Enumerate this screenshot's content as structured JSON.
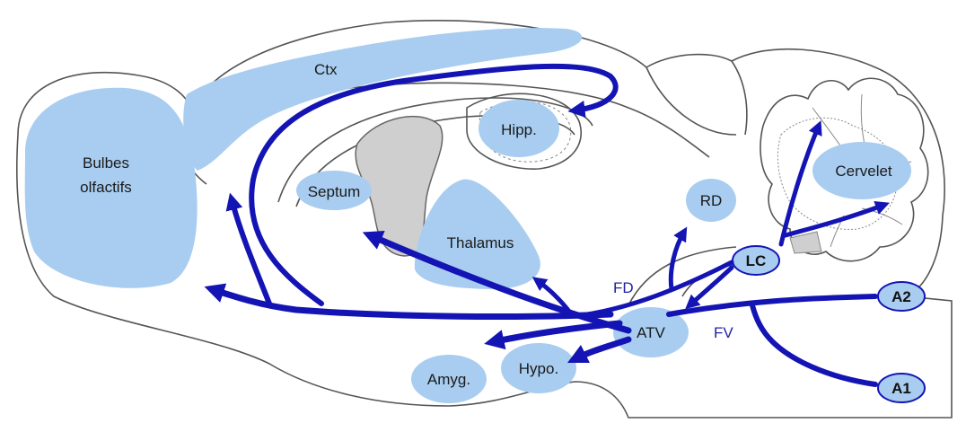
{
  "colors": {
    "region_fill": "#a8cdf0",
    "pathway": "#1414b4",
    "grey_structure": "#cfcfcf",
    "outline": "#555555"
  },
  "regions": {
    "ctx": "Ctx",
    "bulbes_line1": "Bulbes",
    "bulbes_line2": "olfactifs",
    "hipp": "Hipp.",
    "septum": "Septum",
    "thalamus": "Thalamus",
    "rd": "RD",
    "cervelet": "Cervelet",
    "amyg": "Amyg.",
    "hypo": "Hypo.",
    "atv": "ATV"
  },
  "nuclei": {
    "lc": "LC",
    "a2": "A2",
    "a1": "A1"
  },
  "pathways": {
    "fd": "FD",
    "fv": "FV"
  }
}
